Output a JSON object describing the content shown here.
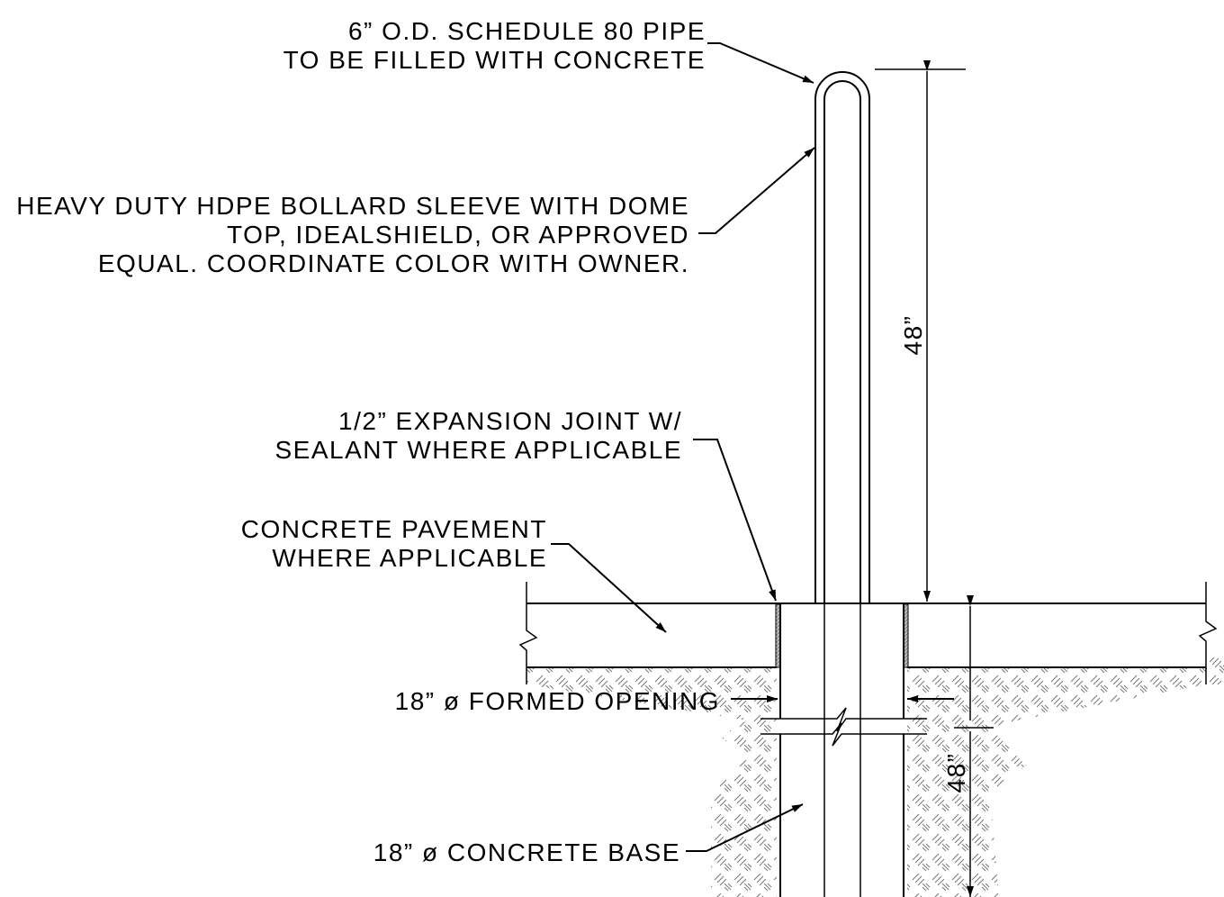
{
  "notes": {
    "pipe": [
      "6” O.D. SCHEDULE 80 PIPE",
      "TO BE FILLED WITH CONCRETE"
    ],
    "sleeve": [
      "HEAVY DUTY HDPE BOLLARD SLEEVE WITH DOME",
      "TOP, IDEALSHIELD, OR APPROVED",
      "EQUAL. COORDINATE COLOR WITH OWNER."
    ],
    "joint": [
      "1/2” EXPANSION JOINT W/",
      "SEALANT WHERE APPLICABLE"
    ],
    "pavement": [
      "CONCRETE PAVEMENT",
      "WHERE APPLICABLE"
    ],
    "opening": "18” ø FORMED OPENING",
    "base": "18” ø CONCRETE BASE"
  },
  "dimensions": {
    "above_grade": "48”",
    "below_grade": "48”"
  }
}
